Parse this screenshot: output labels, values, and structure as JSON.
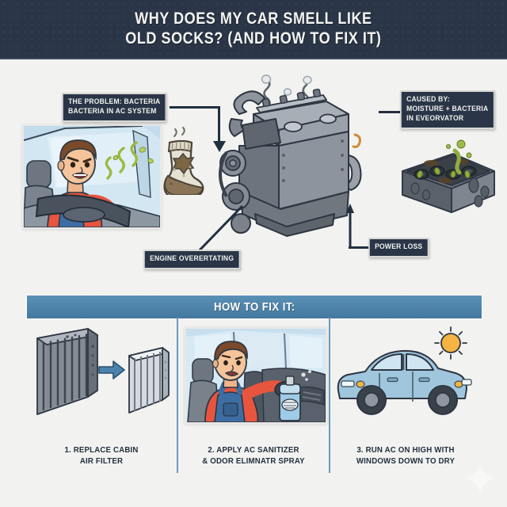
{
  "header": {
    "title_line1": "WHY DOES MY CAR SMELL LIKE",
    "title_line2": "OLD SOCKS? (AND HOW TO FIX IT)",
    "bg_color": "#2a3647",
    "text_color": "#f4f4f2"
  },
  "page": {
    "background_color": "#f2f2f0",
    "accent_blue": "#4a84ad",
    "label_bg": "#2a3647",
    "line_color": "#21303f"
  },
  "callouts": [
    {
      "id": "problem",
      "line1": "THE PROBLEM: BACTERIA",
      "line2": "BACTERIA IN AC SYSTEM"
    },
    {
      "id": "cause",
      "line1": "CAUSED BY:",
      "line2": "MOISTURE + BACTERIA",
      "line3": "IN EVEORVATOR"
    },
    {
      "id": "overheating",
      "line1": "ENGINE OVERERTATING"
    },
    {
      "id": "power-loss",
      "line1": "POWER LOSS"
    }
  ],
  "fix_section": {
    "banner_label": "HOW TO FIX IT:",
    "steps": [
      {
        "number": "1",
        "caption_line1": "1. REPLACE CABIN",
        "caption_line2": "AIR FILTER",
        "art": "cabin-air-filter-replacement"
      },
      {
        "number": "2",
        "caption_line1": "2. APPLY AC SANITIZER",
        "caption_line2": "& ODOR ELIMNATR SPRAY",
        "art": "mechanic-spraying-sanitizer"
      },
      {
        "number": "3",
        "caption_line1": "3. RUN AC ON HIGH WITH",
        "caption_line2": "WINDOWS DOWN TO DRY",
        "art": "car-with-sun"
      }
    ]
  },
  "illustrations": {
    "driver": "disgusted-driver-in-car-with-stink-waves",
    "sock": "dirty-smelly-sock",
    "engine": "car-engine-block-with-steam",
    "evaporator": "moldy-evaporator-core-with-bacteria"
  }
}
